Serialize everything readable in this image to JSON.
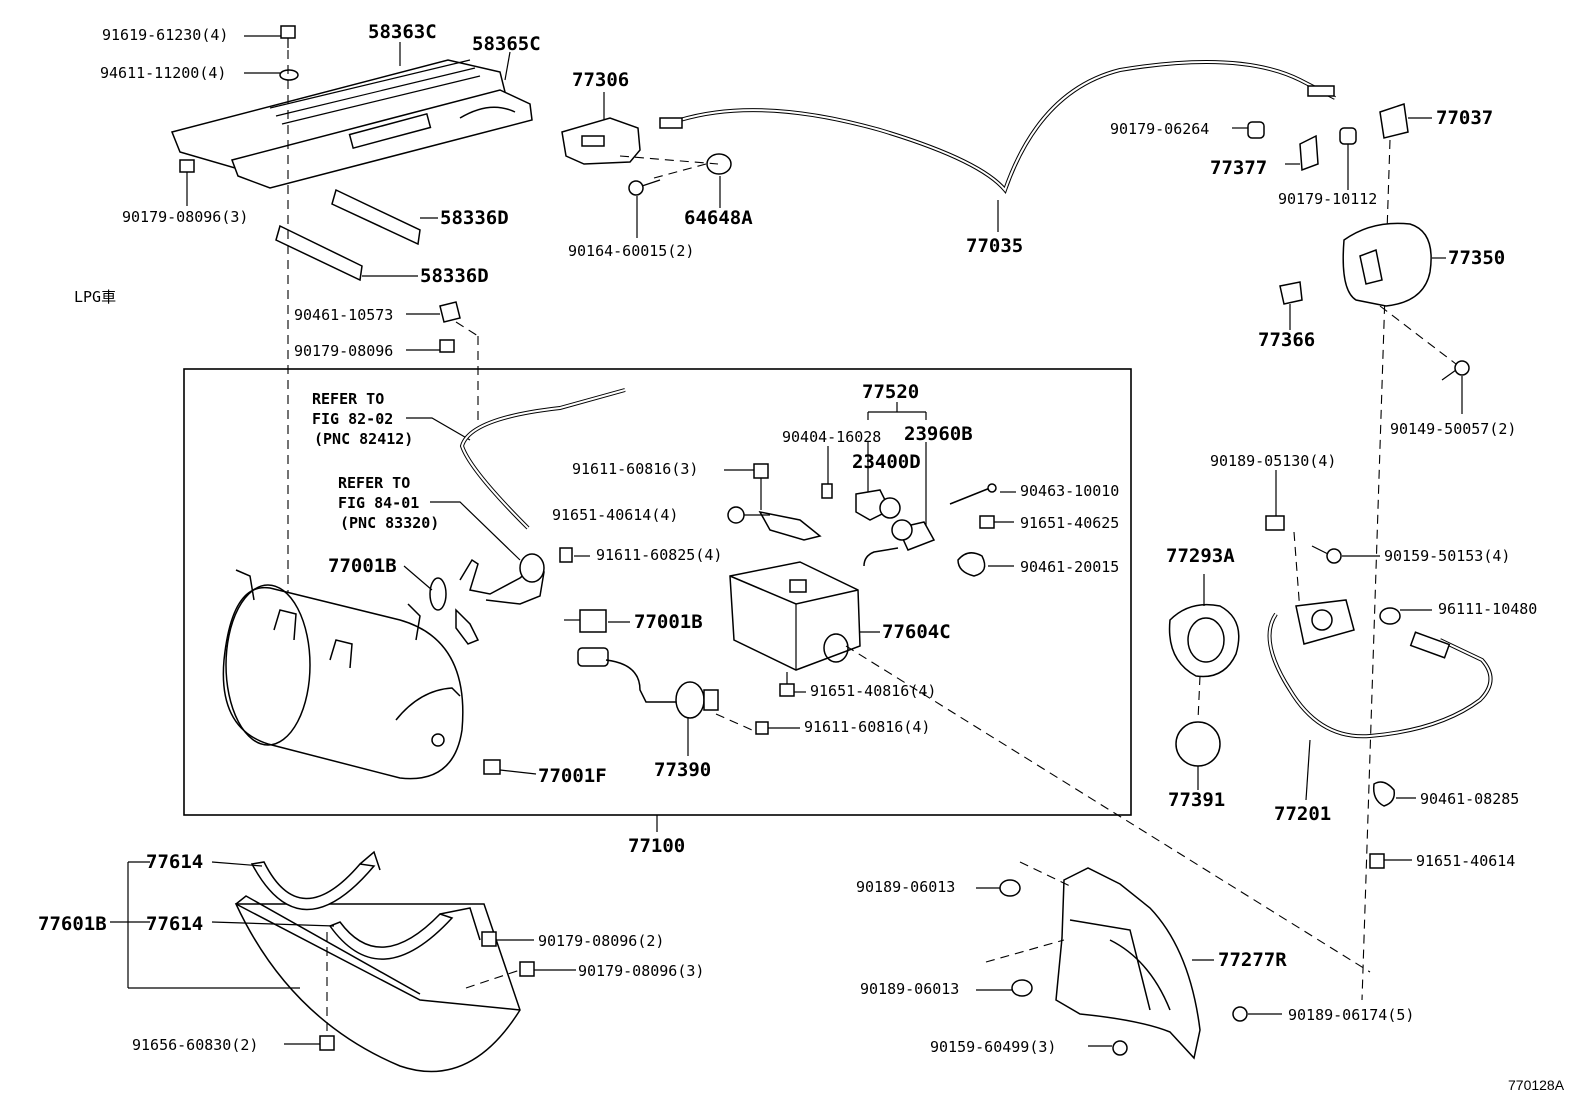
{
  "diagram_code": "770128A",
  "region_note": "LPG車",
  "box_label": "77100",
  "refer_1": {
    "line1": "REFER TO",
    "line2": "FIG 82-02",
    "line3": "(PNC 82412)"
  },
  "refer_2": {
    "line1": "REFER TO",
    "line2": "FIG 84-01",
    "line3": "(PNC 83320)"
  },
  "labels": {
    "l91619_61230": "91619-61230(4)",
    "l94611_11200": "94611-11200(4)",
    "l58363C": "58363C",
    "l58365C": "58365C",
    "l90179_08096_3_top": "90179-08096(3)",
    "l58336D_a": "58336D",
    "l58336D_b": "58336D",
    "l77306": "77306",
    "l90164_60015": "90164-60015(2)",
    "l64648A": "64648A",
    "l77035": "77035",
    "l90179_06264": "90179-06264",
    "l77377": "77377",
    "l90179_10112": "90179-10112",
    "l77037": "77037",
    "l77350": "77350",
    "l77366": "77366",
    "l90149_50057": "90149-50057(2)",
    "l90461_10573": "90461-10573",
    "l90179_08096_mid": "90179-08096",
    "l77520": "77520",
    "l90404_16028": "90404-16028",
    "l23960B": "23960B",
    "l23400D": "23400D",
    "l91611_60816_3": "91611-60816(3)",
    "l91651_40614_4": "91651-40614(4)",
    "l90463_10010": "90463-10010",
    "l91651_40625": "91651-40625",
    "l91611_60825": "91611-60825(4)",
    "l90461_20015": "90461-20015",
    "l77001B_a": "77001B",
    "l77001B_b": "77001B",
    "l77604C": "77604C",
    "l91651_40816": "91651-40816(4)",
    "l91611_60816_4": "91611-60816(4)",
    "l77390": "77390",
    "l77001F": "77001F",
    "l90189_05130": "90189-05130(4)",
    "l90159_50153": "90159-50153(4)",
    "l77293A": "77293A",
    "l96111_10480": "96111-10480",
    "l77391": "77391",
    "l77201": "77201",
    "l90461_08285": "90461-08285",
    "l91651_40614": "91651-40614",
    "l77614_a": "77614",
    "l77614_b": "77614",
    "l77601B": "77601B",
    "l90179_08096_2": "90179-08096(2)",
    "l90179_08096_3_bot": "90179-08096(3)",
    "l91656_60830": "91656-60830(2)",
    "l90189_06013_a": "90189-06013",
    "l90189_06013_b": "90189-06013",
    "l77277R": "77277R",
    "l90189_06174": "90189-06174(5)",
    "l90159_60499": "90159-60499(3)"
  }
}
